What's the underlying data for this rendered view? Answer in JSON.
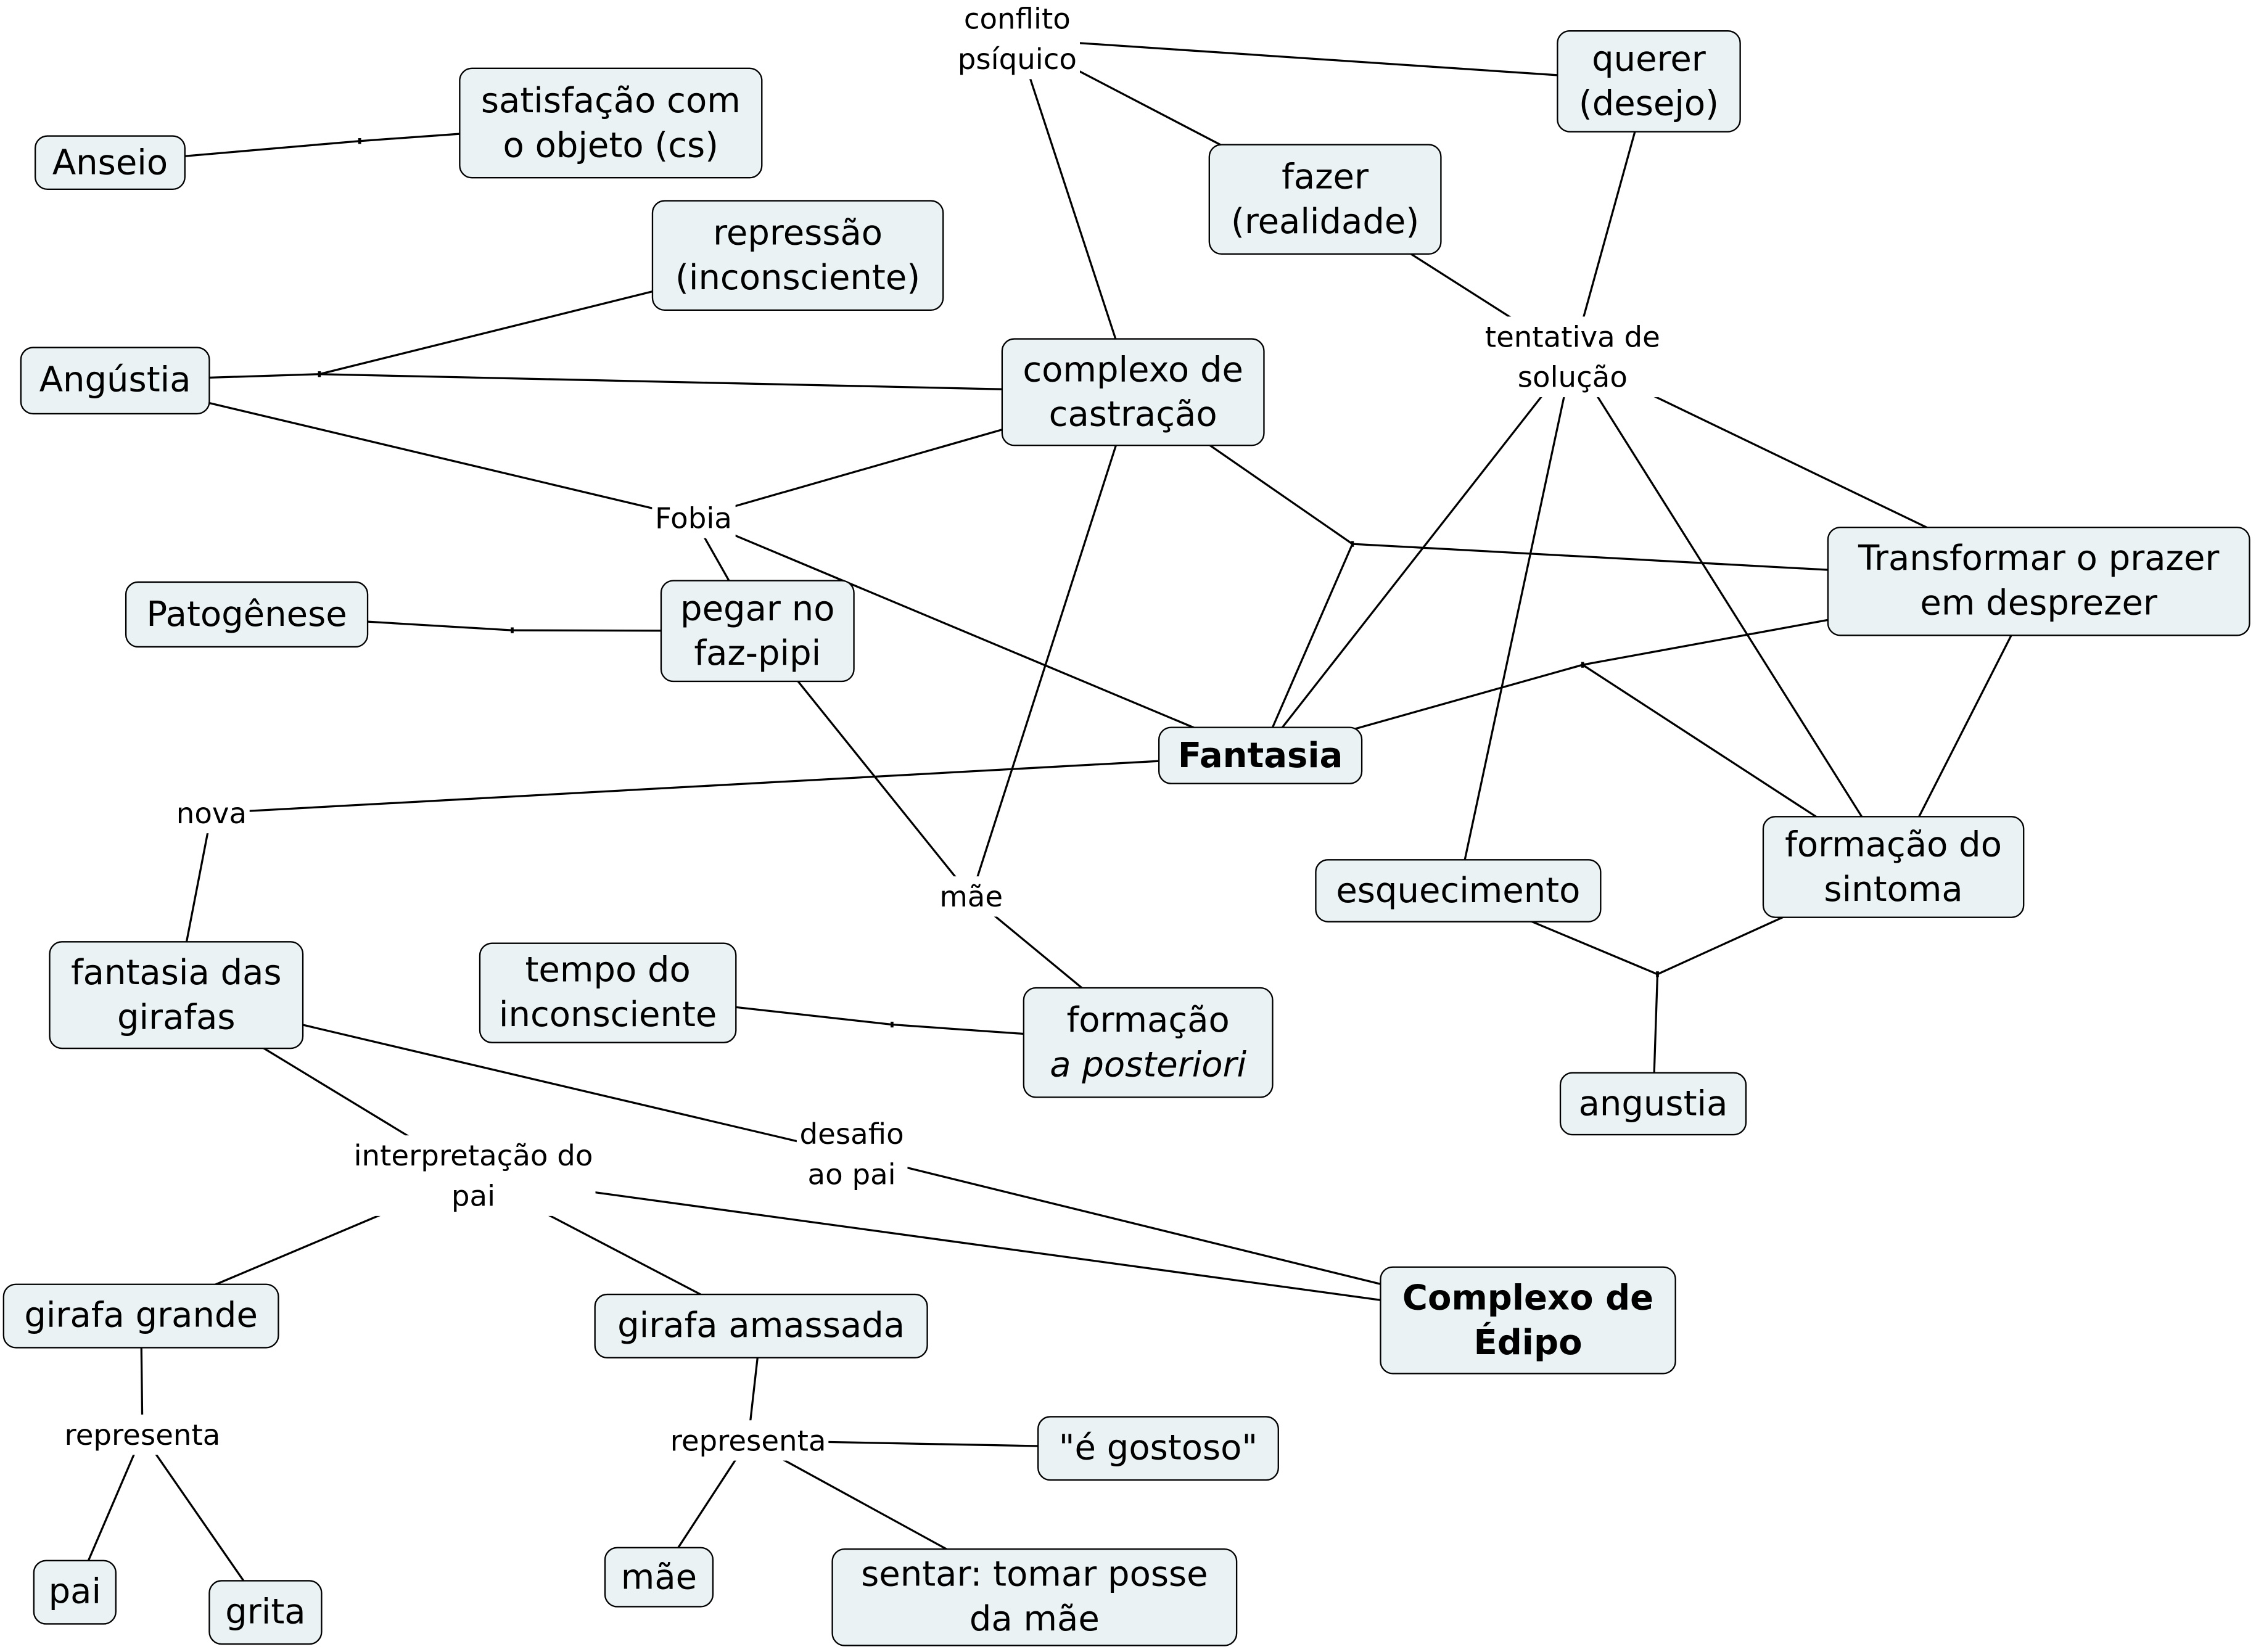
{
  "map_title": "Fantasia / Complexo de Édipo concept map",
  "concepts": {
    "anseio": "Anseio",
    "satisfacao": "satisfação com\no objeto (cs)",
    "repressao": "repressão\n(inconsciente)",
    "angustia_top": "Angústia",
    "complexo_castracao": "complexo de\ncastração",
    "querer": "querer\n(desejo)",
    "fazer": "fazer\n(realidade)",
    "transformar": "Transformar o prazer\nem desprezer",
    "patogenese": "Patogênese",
    "pegar": "pegar no\nfaz-pipi",
    "fantasia": "Fantasia",
    "esquecimento": "esquecimento",
    "formacao_sintoma": "formação do\nsintoma",
    "fantasia_girafas": "fantasia das\ngirafas",
    "tempo_inconsciente": "tempo do\ninconsciente",
    "formacao_posteriori_line1": "formação",
    "formacao_posteriori_line2": "a posteriori",
    "angustia_bottom": "angustia",
    "girafa_grande": "girafa grande",
    "girafa_amassada": "girafa amassada",
    "complexo_edipo": "Complexo de\nÉdipo",
    "e_gostoso": "\"é gostoso\"",
    "pai": "pai",
    "grita": "grita",
    "mae_box": "mãe",
    "sentar": "sentar: tomar posse\nda mãe"
  },
  "linking_phrases": {
    "conflito": "conflito\npsíquico",
    "tentativa": "tentativa de\nsolução",
    "fobia": "Fobia",
    "nova": "nova",
    "mae_label": "mãe",
    "interpretacao": "interpretação do\npai",
    "desafio": "desafio\nao pai",
    "representa_left": "representa",
    "representa_right": "representa"
  },
  "connections": [
    [
      "anseio",
      "j1"
    ],
    [
      "j1",
      "satisfacao"
    ],
    [
      "angustia_top",
      "j2"
    ],
    [
      "j2",
      "repressao"
    ],
    [
      "j2",
      "complexo_castracao"
    ],
    [
      "angustia_top",
      "fobia"
    ],
    [
      "complexo_castracao",
      "fobia"
    ],
    [
      "fobia",
      "pegar"
    ],
    [
      "fobia",
      "fantasia"
    ],
    [
      "patogenese",
      "j3"
    ],
    [
      "j3",
      "pegar"
    ],
    [
      "conflito",
      "querer"
    ],
    [
      "conflito",
      "fazer"
    ],
    [
      "conflito",
      "complexo_castracao"
    ],
    [
      "fazer",
      "tentativa"
    ],
    [
      "querer",
      "tentativa"
    ],
    [
      "tentativa",
      "fantasia"
    ],
    [
      "tentativa",
      "esquecimento"
    ],
    [
      "tentativa",
      "formacao_sintoma"
    ],
    [
      "tentativa",
      "transformar"
    ],
    [
      "complexo_castracao",
      "j4"
    ],
    [
      "j4",
      "transformar"
    ],
    [
      "j4",
      "fantasia"
    ],
    [
      "fantasia",
      "j5"
    ],
    [
      "j5",
      "transformar"
    ],
    [
      "j5",
      "formacao_sintoma"
    ],
    [
      "transformar",
      "formacao_sintoma"
    ],
    [
      "esquecimento",
      "j7"
    ],
    [
      "formacao_sintoma",
      "j7"
    ],
    [
      "j7",
      "angustia_bottom"
    ],
    [
      "pegar",
      "mae_label"
    ],
    [
      "complexo_castracao",
      "mae_label"
    ],
    [
      "mae_label",
      "formacao_posteriori"
    ],
    [
      "tempo_inconsciente",
      "j6"
    ],
    [
      "j6",
      "formacao_posteriori"
    ],
    [
      "fantasia",
      "nova"
    ],
    [
      "nova",
      "fantasia_girafas"
    ],
    [
      "fantasia_girafas",
      "interpretacao"
    ],
    [
      "fantasia_girafas",
      "desafio"
    ],
    [
      "interpretacao",
      "girafa_grande"
    ],
    [
      "interpretacao",
      "girafa_amassada"
    ],
    [
      "interpretacao",
      "complexo_edipo"
    ],
    [
      "desafio",
      "complexo_edipo"
    ],
    [
      "girafa_grande",
      "representa_left"
    ],
    [
      "representa_left",
      "pai"
    ],
    [
      "representa_left",
      "grita"
    ],
    [
      "girafa_amassada",
      "representa_right"
    ],
    [
      "representa_right",
      "e_gostoso"
    ],
    [
      "representa_right",
      "mae_box"
    ],
    [
      "representa_right",
      "sentar"
    ]
  ],
  "colors": {
    "node_fill": "#eaf2f4",
    "node_border": "#000000",
    "line": "#000000",
    "background": "#ffffff"
  }
}
